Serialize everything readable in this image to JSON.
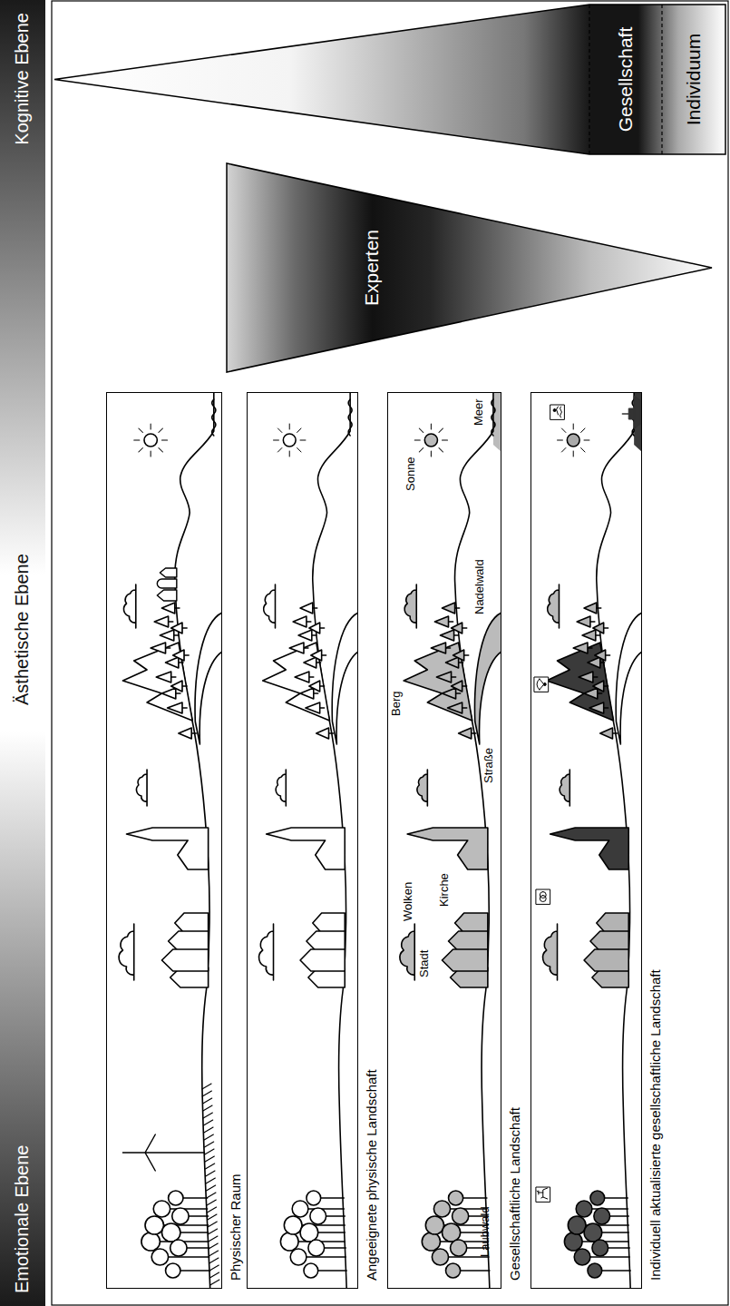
{
  "diagram": {
    "nodes": [
      {
        "text": [
          "Kognitive Ebene",
          "Ästhetische Ebene",
          "Emotionale Ebene"
        ]
      },
      {
        "text": [
          "Physischer Raum"
        ]
      },
      {
        "text": [
          "Angeeignete physische Landschaft"
        ]
      },
      {
        "text": [
          "Gesellschaftliche Landschaft",
          "Laubwald",
          "Stadt",
          "Wolken",
          "Kirche",
          "Straße",
          "Berg",
          "Nadelwald",
          "Sonne",
          "Meer"
        ]
      },
      {
        "text": [
          "Individuell aktualisierte gesellschaftliche Landschaft"
        ]
      },
      {
        "text": [
          "Experten"
        ]
      },
      {
        "text": [
          "Gesellschaft",
          "Individuum"
        ]
      }
    ]
  }
}
